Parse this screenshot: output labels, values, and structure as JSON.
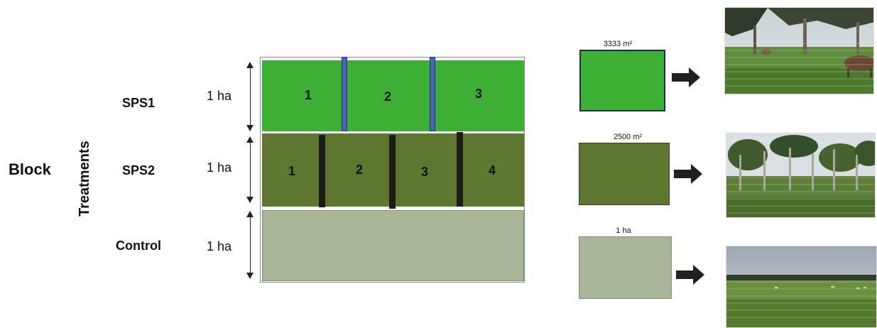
{
  "labels": {
    "block": "Block",
    "treatments": "Treatments"
  },
  "rows": [
    {
      "name": "SPS1",
      "area": "1 ha",
      "subplots": [
        "1",
        "2",
        "3"
      ],
      "color": "#3cb034",
      "divider_color": "#4a63b8"
    },
    {
      "name": "SPS2",
      "area": "1 ha",
      "subplots": [
        "1",
        "2",
        "3",
        "4"
      ],
      "color": "#5d7630",
      "divider_color": "#1f1b18"
    },
    {
      "name": "Control",
      "area": "1 ha",
      "subplots": [],
      "color": "#a6b697"
    }
  ],
  "scale_boxes": [
    {
      "caption": "3333 m²",
      "color": "#3cb034"
    },
    {
      "caption": "2500 m²",
      "color": "#5d7630"
    },
    {
      "caption": "1 ha",
      "color": "#a6b697"
    }
  ],
  "photos": [
    {
      "subject": "pasture with trees and cattle"
    },
    {
      "subject": "pasture with scattered trees"
    },
    {
      "subject": "open pasture with cattle in distance"
    }
  ]
}
